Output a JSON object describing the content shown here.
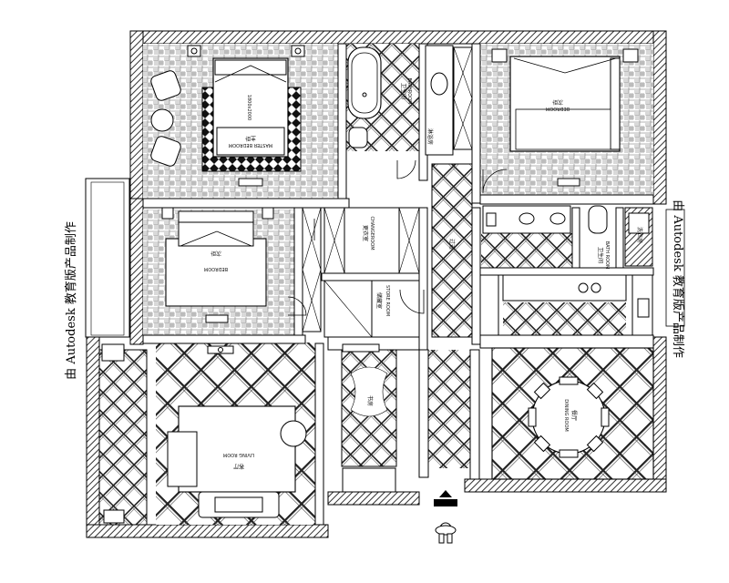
{
  "watermark": "由 Autodesk 教育版产品制作",
  "rooms": {
    "master_bedroom": {
      "cn": "主卧",
      "en": "MASTER BEDROOM",
      "bed_size": "1800x2000"
    },
    "bedroom_right": {
      "cn": "次卧",
      "en": "BEDROOM"
    },
    "bedroom_left": {
      "cn": "次卧",
      "en": "BEDROOM"
    },
    "bath_top": {
      "cn": "卫生间",
      "en": "BATHROOM"
    },
    "shower": {
      "cn": "淋浴房"
    },
    "changeroom": {
      "cn": "更衣室",
      "en": "CHANGEROOM"
    },
    "storeroom": {
      "cn": "储藏室",
      "en": "STORE ROOM"
    },
    "corridor": {
      "cn": "过道"
    },
    "bath_right": {
      "cn": "卫生间",
      "en": "BATH ROOM"
    },
    "laundry": {
      "cn": "洗衣房"
    },
    "living": {
      "cn": "客厅",
      "en": "LIVING ROOM"
    },
    "study": {
      "cn": "书房"
    },
    "dining": {
      "cn": "餐厅",
      "en": "DINING ROOM"
    }
  }
}
